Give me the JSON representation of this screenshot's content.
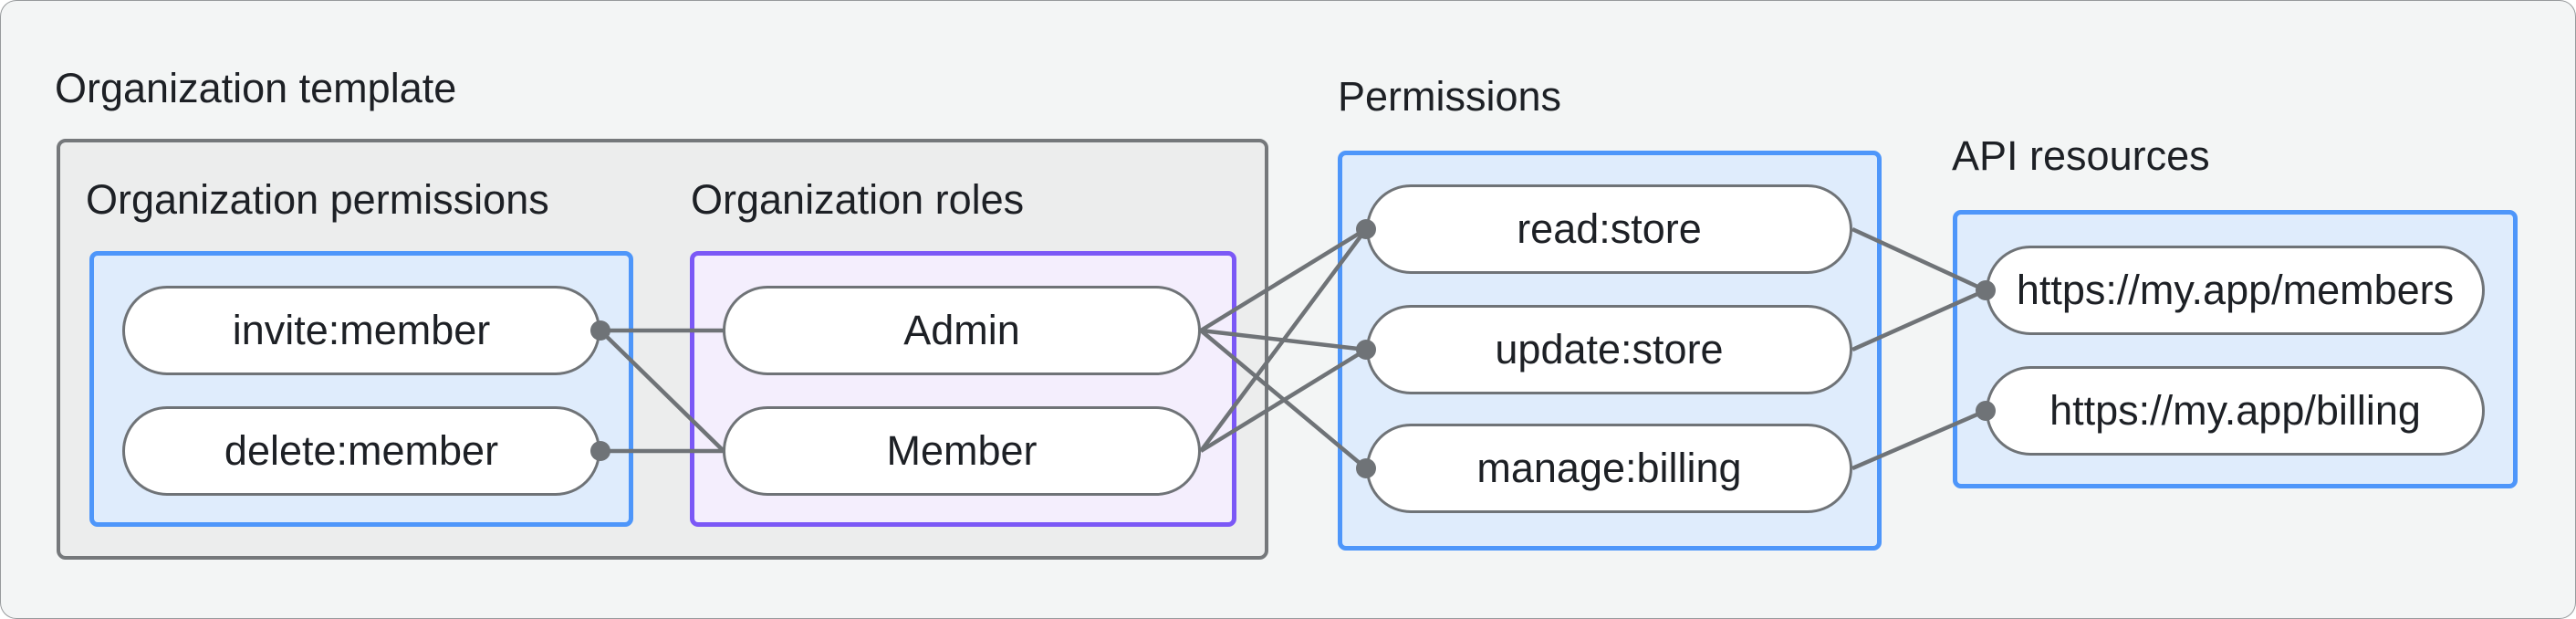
{
  "diagram": {
    "groups": {
      "organization_template": {
        "label": "Organization template"
      },
      "organization_permissions": {
        "label": "Organization permissions",
        "pills": [
          "invite:member",
          "delete:member"
        ]
      },
      "organization_roles": {
        "label": "Organization roles",
        "pills": [
          "Admin",
          "Member"
        ]
      },
      "permissions": {
        "label": "Permissions",
        "pills": [
          "read:store",
          "update:store",
          "manage:billing"
        ]
      },
      "api_resources": {
        "label": "API resources",
        "pills": [
          "https://my.app/members",
          "https://my.app/billing"
        ]
      }
    },
    "connections": [
      {
        "from": "invite:member",
        "to": "Admin"
      },
      {
        "from": "invite:member",
        "to": "Member"
      },
      {
        "from": "delete:member",
        "to": "Member"
      },
      {
        "from": "Admin",
        "to": "read:store"
      },
      {
        "from": "Admin",
        "to": "update:store"
      },
      {
        "from": "Admin",
        "to": "manage:billing"
      },
      {
        "from": "Member",
        "to": "read:store"
      },
      {
        "from": "Member",
        "to": "update:store"
      },
      {
        "from": "read:store",
        "to": "https://my.app/members"
      },
      {
        "from": "update:store",
        "to": "https://my.app/members"
      },
      {
        "from": "manage:billing",
        "to": "https://my.app/billing"
      }
    ],
    "colors": {
      "background": "#F3F5F5",
      "container_fill": "#ECEDED",
      "container_border": "#75787B",
      "blue_fill": "#DFECFC",
      "blue_border": "#4E96FA",
      "purple_fill": "#F4EEFD",
      "purple_border": "#7B58F6",
      "pill_fill": "#FFFFFF",
      "pill_border": "#6F7377",
      "connector": "#6F7377",
      "text": "#1D2025"
    }
  }
}
